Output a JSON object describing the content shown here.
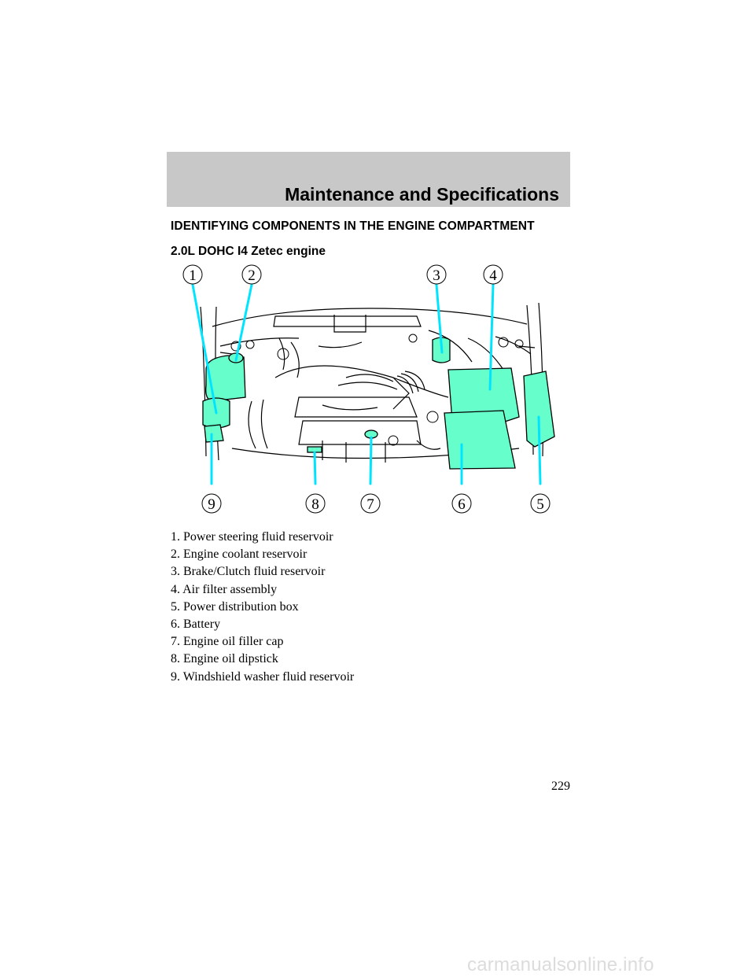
{
  "header": {
    "title": "Maintenance and Specifications"
  },
  "section": {
    "heading": "IDENTIFYING COMPONENTS IN THE ENGINE COMPARTMENT",
    "engine": "2.0L DOHC I4 Zetec engine"
  },
  "figure": {
    "callouts_top": [
      "1",
      "2",
      "3",
      "4"
    ],
    "callouts_bottom": [
      "9",
      "8",
      "7",
      "6",
      "5"
    ],
    "highlight_color": "#66ffcc",
    "leader_color": "#00e5ff"
  },
  "legend": [
    "1. Power steering fluid reservoir",
    "2. Engine coolant reservoir",
    "3. Brake/Clutch fluid reservoir",
    "4. Air filter assembly",
    "5. Power distribution box",
    "6. Battery",
    "7. Engine oil filler cap",
    "8. Engine oil dipstick",
    "9. Windshield washer fluid reservoir"
  ],
  "page_number": "229",
  "watermark": "carmanualsonline.info"
}
